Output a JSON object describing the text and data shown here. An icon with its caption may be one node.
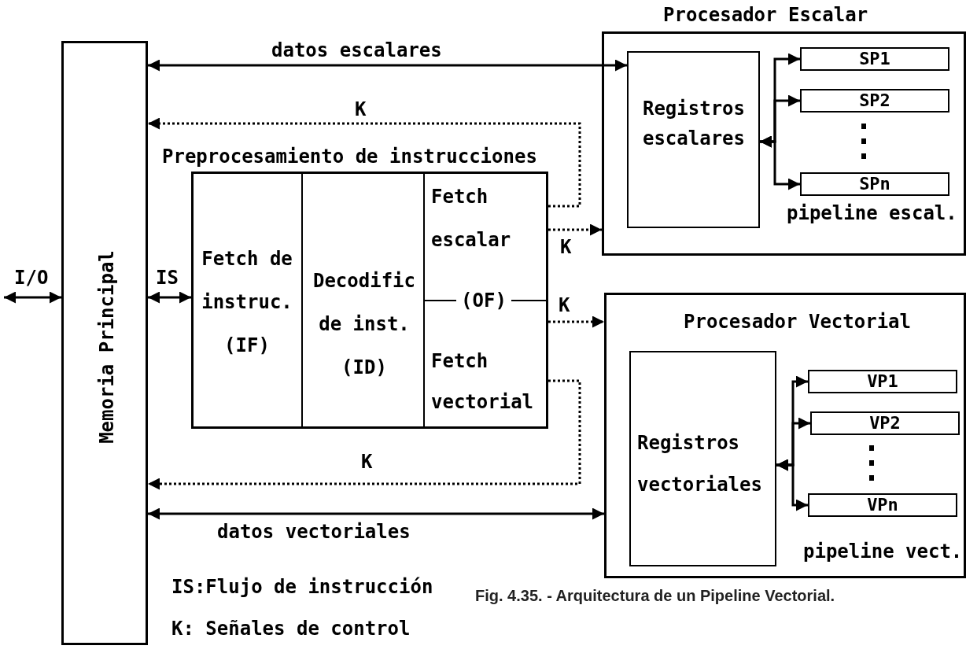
{
  "diagram": {
    "caption": "Fig. 4.35. - Arquitectura de un Pipeline Vectorial.",
    "nodes": [
      {
        "text": [
          "Memoria Principal"
        ]
      },
      {
        "text": [
          "Preprocesamiento de instrucciones"
        ]
      },
      {
        "text": [
          "Fetch de instruc. (IF)"
        ],
        "in": 1
      },
      {
        "text": [
          "Decodific de inst. (ID)"
        ],
        "in": 1
      },
      {
        "text": [
          "Fetch escalar",
          "(OF)",
          "Fetch vectorial"
        ],
        "in": 1
      },
      {
        "text": [
          "Procesador Escalar",
          "pipeline escal."
        ]
      },
      {
        "text": [
          "Registros escalares"
        ],
        "in": 5
      },
      {
        "text": [
          "SP1"
        ],
        "in": 5
      },
      {
        "text": [
          "SP2"
        ],
        "in": 5
      },
      {
        "text": [
          "SPn"
        ],
        "in": 5
      },
      {
        "text": [
          "Procesador Vectorial",
          "pipeline vect."
        ]
      },
      {
        "text": [
          "Registros vectoriales"
        ],
        "in": 10
      },
      {
        "text": [
          "VP1"
        ],
        "in": 10
      },
      {
        "text": [
          "VP2"
        ],
        "in": 10
      },
      {
        "text": [
          "VPn"
        ],
        "in": 10
      }
    ],
    "edges": [
      {
        "from": 0,
        "to": 6,
        "arrow": "both",
        "label": "datos escalares"
      },
      {
        "from": 4,
        "to": 0,
        "arrow": "to",
        "label": "K",
        "style": "dashed"
      },
      {
        "from": 4,
        "to": 5,
        "arrow": "to",
        "label": "K",
        "style": "dashed"
      },
      {
        "from": 4,
        "to": 10,
        "arrow": "to",
        "label": "K",
        "style": "dashed"
      },
      {
        "from": 4,
        "to": 0,
        "arrow": "to",
        "label": "K",
        "style": "dashed"
      },
      {
        "from": 0,
        "to": 10,
        "arrow": "both",
        "label": "datos vectoriales"
      },
      {
        "from": 0,
        "to": 2,
        "arrow": "both",
        "label": "IS"
      },
      {
        "from": null,
        "to": 0,
        "arrow": "both",
        "label": "I/O"
      },
      {
        "from": 6,
        "to": 7,
        "arrow": "both"
      },
      {
        "from": 6,
        "to": 8,
        "arrow": "both"
      },
      {
        "from": 6,
        "to": 9,
        "arrow": "both"
      },
      {
        "from": 11,
        "to": 12,
        "arrow": "both"
      },
      {
        "from": 11,
        "to": 13,
        "arrow": "both"
      },
      {
        "from": 11,
        "to": 14,
        "arrow": "both"
      }
    ],
    "labels": [
      "IS:Flujo de instrucción",
      "K: Señales de control"
    ]
  }
}
